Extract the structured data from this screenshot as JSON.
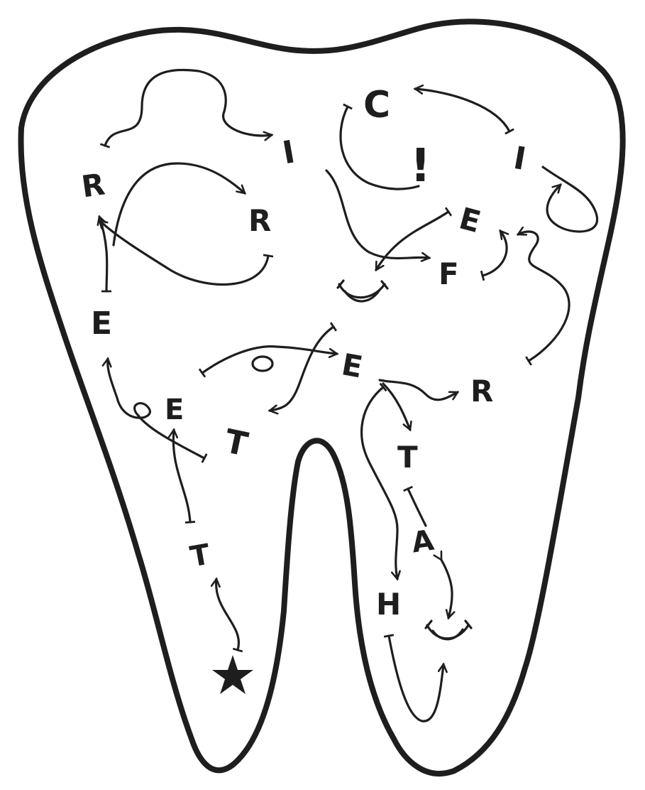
{
  "ink_color": "#1e1e1e",
  "background_color": "#ffffff",
  "letters": [
    {
      "id": "R1",
      "char": "R"
    },
    {
      "id": "I1",
      "char": "I"
    },
    {
      "id": "C",
      "char": "C"
    },
    {
      "id": "I2",
      "char": "I"
    },
    {
      "id": "R2",
      "char": "R"
    },
    {
      "id": "E1",
      "char": "E"
    },
    {
      "id": "F",
      "char": "F"
    },
    {
      "id": "E2",
      "char": "E"
    },
    {
      "id": "E3",
      "char": "E"
    },
    {
      "id": "R3",
      "char": "R"
    },
    {
      "id": "E4",
      "char": "E"
    },
    {
      "id": "T1",
      "char": "T"
    },
    {
      "id": "T2",
      "char": "T"
    },
    {
      "id": "T3",
      "char": "T"
    },
    {
      "id": "A",
      "char": "A"
    },
    {
      "id": "H",
      "char": "H"
    }
  ],
  "exclamation": "!",
  "icons": [
    "tooth-outline-icon",
    "smile-icon",
    "smile-icon",
    "star-icon"
  ]
}
